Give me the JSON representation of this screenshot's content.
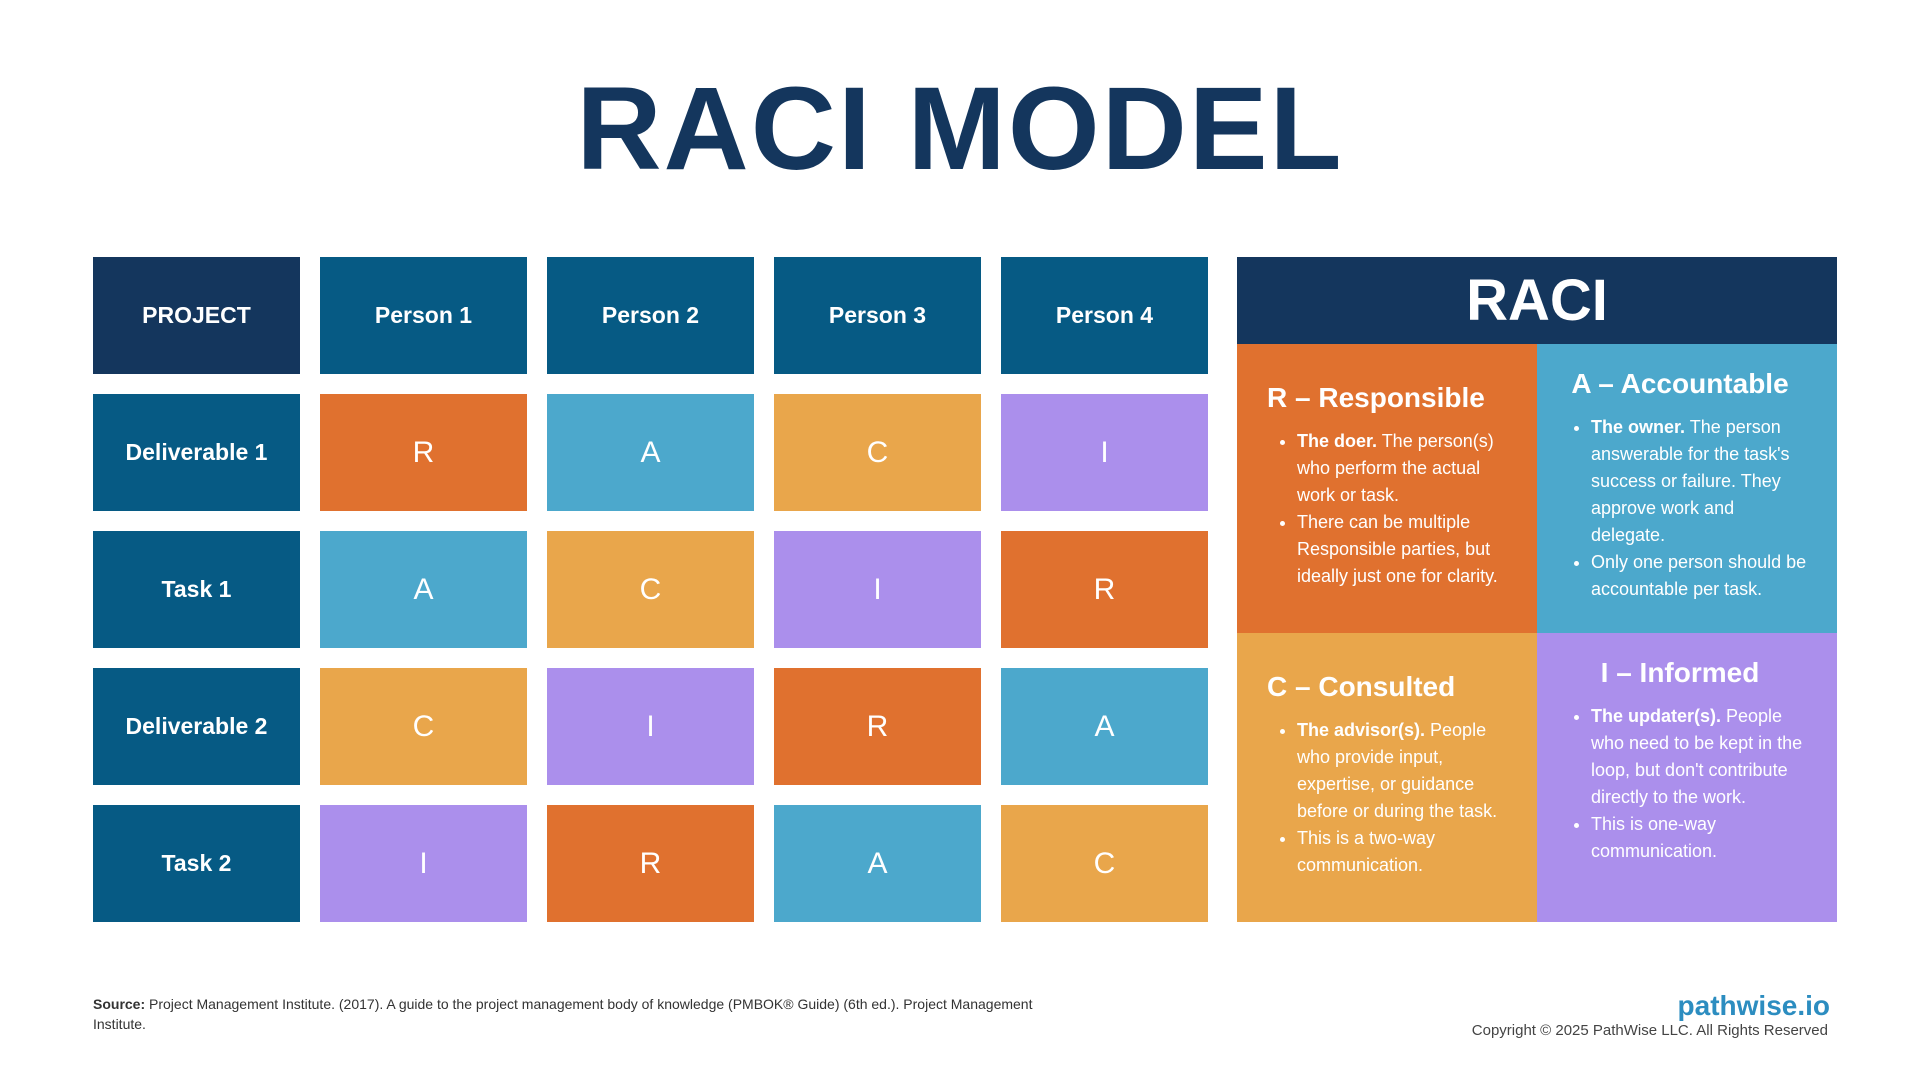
{
  "title": "RACI MODEL",
  "colors": {
    "R": "#e0712f",
    "A": "#4ca8cc",
    "C": "#e9a64b",
    "I": "#ab8fec",
    "navy": "#14365d",
    "header_blue": "#065a84"
  },
  "matrix": {
    "corner": "PROJECT",
    "columns": [
      "Person 1",
      "Person 2",
      "Person 3",
      "Person 4"
    ],
    "rows": [
      {
        "label": "Deliverable 1",
        "values": [
          "R",
          "A",
          "C",
          "I"
        ]
      },
      {
        "label": "Task 1",
        "values": [
          "A",
          "C",
          "I",
          "R"
        ]
      },
      {
        "label": "Deliverable 2",
        "values": [
          "C",
          "I",
          "R",
          "A"
        ]
      },
      {
        "label": "Task 2",
        "values": [
          "I",
          "R",
          "A",
          "C"
        ]
      }
    ]
  },
  "legend": {
    "title": "RACI",
    "responsible": {
      "title": "R – Responsible",
      "b1_bold": "The doer.",
      "b1_text": " The person(s) who perform the actual work or task.",
      "b2_text": "There can be multiple Responsible parties, but ideally just one for clarity."
    },
    "accountable": {
      "title": "A – Accountable",
      "b1_bold": "The owner.",
      "b1_text": " The person answerable for the task's success or failure. They approve work and delegate.",
      "b2_text": "Only one person should be accountable per task."
    },
    "consulted": {
      "title": "C – Consulted",
      "b1_bold": "The advisor(s).",
      "b1_text": " People who provide input, expertise, or guidance before or during the task.",
      "b2_text": "This is a two-way communication."
    },
    "informed": {
      "title": "I – Informed",
      "b1_bold": "The updater(s).",
      "b1_text": " People who need to be kept in the loop, but don't contribute directly to the work.",
      "b2_text": "This is one-way communication."
    }
  },
  "footer": {
    "source_label": "Source:",
    "source_text": " Project Management Institute. (2017). A guide to the project management body of knowledge (PMBOK® Guide) (6th ed.). Project Management Institute.",
    "brand": "pathwise.io",
    "copyright": "Copyright © 2025 PathWise LLC. All Rights Reserved"
  }
}
